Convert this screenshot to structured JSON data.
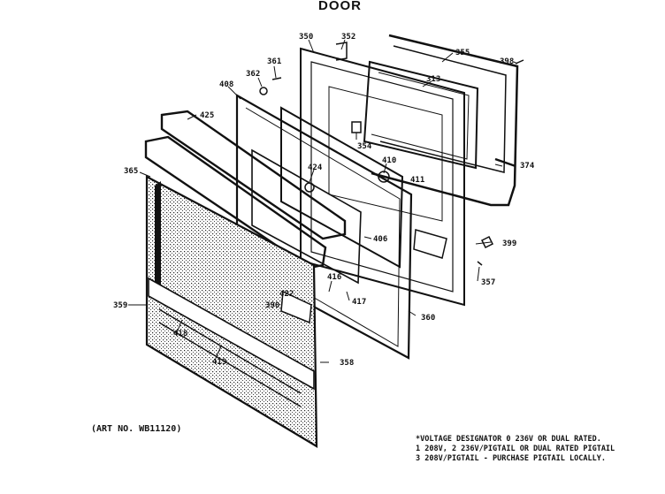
{
  "title": "DOOR",
  "art_number": "(ART NO. WB11120)",
  "notes": [
    "*VOLTAGE DESIGNATOR 0 236V OR DUAL RATED.",
    "1 208V, 2 236V/PIGTAIL OR DUAL RATED PIGTAIL",
    "3 208V/PIGTAIL - PURCHASE PIGTAIL LOCALLY."
  ],
  "callouts": {
    "c350": "350",
    "c352": "352",
    "c355": "355",
    "c398": "398",
    "c361": "361",
    "c362": "362",
    "c313": "313",
    "c408": "408",
    "c425": "425",
    "c354": "354",
    "c410": "410",
    "c411": "411",
    "c374": "374",
    "c365": "365",
    "c424": "424",
    "c406": "406",
    "c399": "399",
    "c357": "357",
    "c359": "359",
    "c416": "416",
    "c422": "422",
    "c390": "390",
    "c417": "417",
    "c360": "360",
    "c418": "418",
    "c419": "419",
    "c358": "358"
  }
}
